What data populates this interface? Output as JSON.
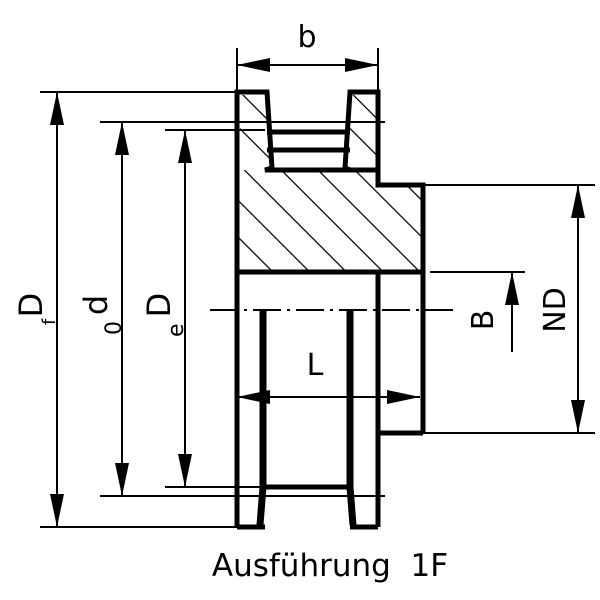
{
  "labels": {
    "b": "b",
    "Df_main": "D",
    "Df_sub": "f",
    "d0_main": "d",
    "d0_sub": "0",
    "De_main": "D",
    "De_sub": "e",
    "L": "L",
    "B": "B",
    "ND": "ND"
  },
  "caption": "Ausführung  1F"
}
